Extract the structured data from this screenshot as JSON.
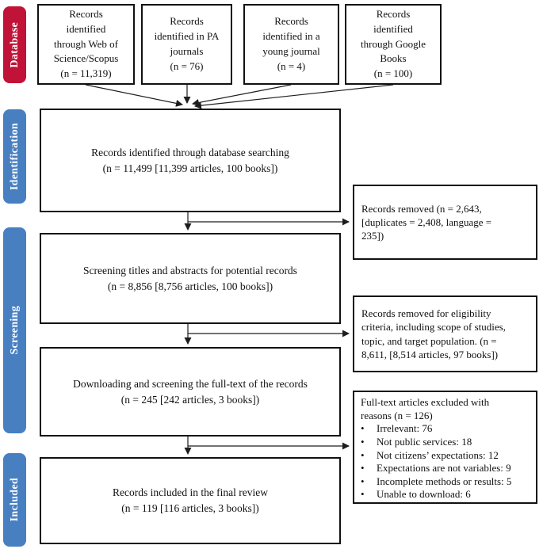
{
  "palette": {
    "red": "#c11237",
    "blue": "#477fc1",
    "line": "#1d1d1d",
    "box_border": "#111111",
    "text": "#111111",
    "label_text": "#ffffff"
  },
  "stages": [
    {
      "label": "Database"
    },
    {
      "label": "Identification"
    },
    {
      "label": "Screening"
    },
    {
      "label": "Included"
    }
  ],
  "source_boxes": [
    {
      "text": "Records\nidentified\nthrough Web of\nScience/Scopus\n(n = 11,319)"
    },
    {
      "text": "Records\nidentified in PA\njournals\n(n = 76)"
    },
    {
      "text": "Records\nidentified in a\nyoung journal\n(n = 4)"
    },
    {
      "text": "Records\nidentified\nthrough Google\nBooks\n(n = 100)"
    }
  ],
  "main_boxes": [
    {
      "text": "Records identified through database searching\n(n = 11,499 [11,399 articles, 100 books])"
    },
    {
      "text": "Screening titles and abstracts for potential records\n(n = 8,856 [8,756 articles, 100 books])"
    },
    {
      "text": "Downloading and screening the full-text of the records\n(n = 245 [242 articles, 3 books])"
    },
    {
      "text": "Records included in the final review\n(n = 119 [116 articles, 3 books])"
    }
  ],
  "side_boxes": [
    {
      "text": "Records removed (n = 2,643,\n[duplicates = 2,408, language =\n235])"
    },
    {
      "text": "Records removed for eligibility\ncriteria, including scope of studies,\ntopic, and target population. (n =\n8,611, [8,514 articles, 97 books])"
    },
    {
      "header": "Full-text articles excluded with\nreasons (n = 126)",
      "bullet": "•",
      "items": [
        "Irrelevant: 76",
        "Not public services: 18",
        "Not citizens’ expectations: 12",
        "Expectations are not variables: 9",
        "Incomplete methods or results: 5",
        "Unable to download: 6"
      ]
    }
  ]
}
